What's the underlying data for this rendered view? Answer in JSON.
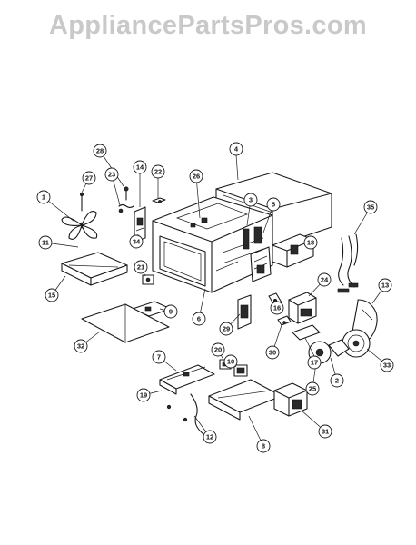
{
  "watermark": "AppliancePartsPros.com",
  "callouts": [
    "1",
    "2",
    "3",
    "4",
    "5",
    "6",
    "7",
    "8",
    "9",
    "10",
    "11",
    "12",
    "13",
    "14",
    "15",
    "16",
    "17",
    "18",
    "19",
    "20",
    "21",
    "22",
    "23",
    "24",
    "25",
    "26",
    "27",
    "28",
    "29",
    "30",
    "31",
    "32",
    "33",
    "34",
    "35"
  ]
}
